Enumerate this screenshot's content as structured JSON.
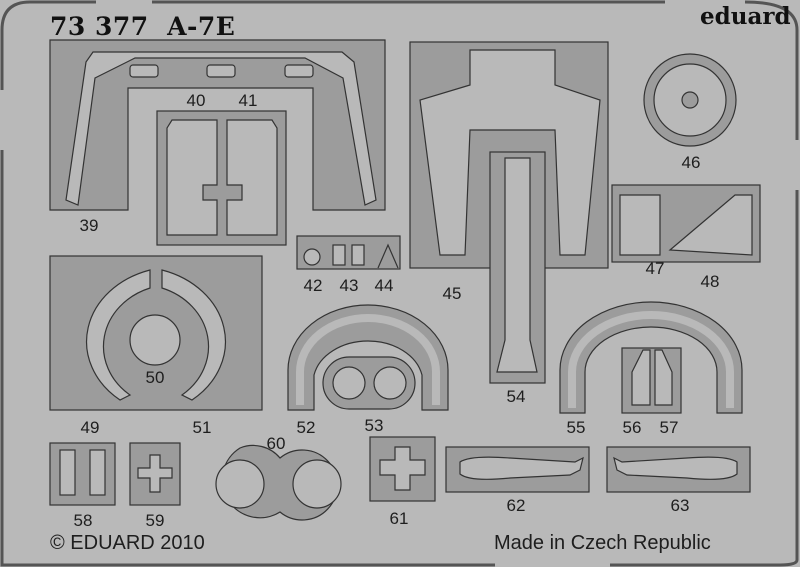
{
  "header": {
    "title": "73 377  A-7E",
    "brand": "eduard"
  },
  "footer": {
    "copyright": "© EDUARD 2010",
    "origin": "Made in Czech Republic"
  },
  "parts": [
    {
      "id": "39",
      "label": "39"
    },
    {
      "id": "40",
      "label": "40"
    },
    {
      "id": "41",
      "label": "41"
    },
    {
      "id": "42",
      "label": "42"
    },
    {
      "id": "43",
      "label": "43"
    },
    {
      "id": "44",
      "label": "44"
    },
    {
      "id": "45",
      "label": "45"
    },
    {
      "id": "46",
      "label": "46"
    },
    {
      "id": "47",
      "label": "47"
    },
    {
      "id": "48",
      "label": "48"
    },
    {
      "id": "49",
      "label": "49"
    },
    {
      "id": "50",
      "label": "50"
    },
    {
      "id": "51",
      "label": "51"
    },
    {
      "id": "52",
      "label": "52"
    },
    {
      "id": "53",
      "label": "53"
    },
    {
      "id": "54",
      "label": "54"
    },
    {
      "id": "55",
      "label": "55"
    },
    {
      "id": "56",
      "label": "56"
    },
    {
      "id": "57",
      "label": "57"
    },
    {
      "id": "58",
      "label": "58"
    },
    {
      "id": "59",
      "label": "59"
    },
    {
      "id": "60",
      "label": "60"
    },
    {
      "id": "61",
      "label": "61"
    },
    {
      "id": "62",
      "label": "62"
    },
    {
      "id": "63",
      "label": "63"
    }
  ],
  "colors": {
    "sheet": "#b9b9b9",
    "recess": "#9c9c9c",
    "outline": "#333333"
  }
}
